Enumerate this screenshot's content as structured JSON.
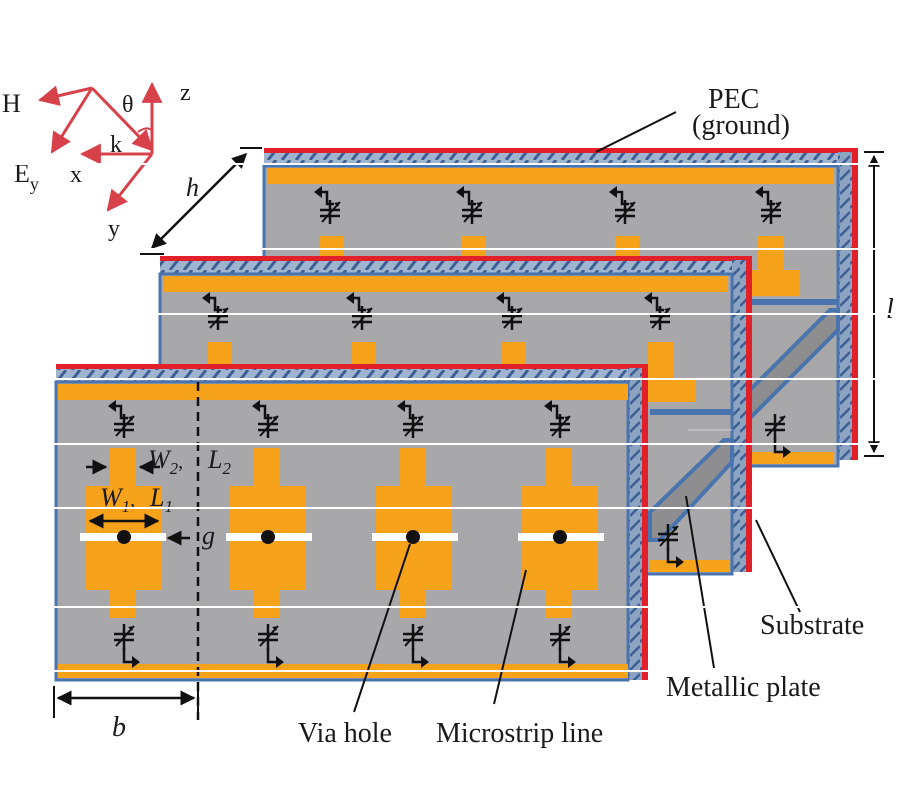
{
  "figure": {
    "colors": {
      "substrate": "#a8a8ab",
      "microstrip": "#f7a21b",
      "pec": "#e2202a",
      "edge": "#4a74ad",
      "arrow": "#d6414a",
      "ink": "#1a1a1a",
      "slot": "#ffffff"
    },
    "coordinate_system": {
      "H": "H",
      "E": "E",
      "E_sub": "y",
      "k": "k",
      "theta": "θ",
      "x": "x",
      "y": "y",
      "z": "z"
    },
    "dimensions": {
      "h": "h",
      "l": "l",
      "b": "b",
      "g": "g",
      "W1": "W",
      "W1_sub": "1",
      "L1": "L",
      "L1_sub": "1",
      "W2": "W",
      "W2_sub": "2",
      "L2": "L",
      "L2_sub": "2",
      "comma": ","
    },
    "callouts": {
      "pec_line1": "PEC",
      "pec_line2": "(ground)",
      "substrate": "Substrate",
      "metallic_plate": "Metallic plate",
      "via_hole": "Via hole",
      "microstrip_line": "Microstrip line"
    },
    "layers": [
      {
        "name": "back",
        "unit_cells": 4
      },
      {
        "name": "middle",
        "unit_cells": 4
      },
      {
        "name": "front",
        "unit_cells": 4
      }
    ]
  }
}
